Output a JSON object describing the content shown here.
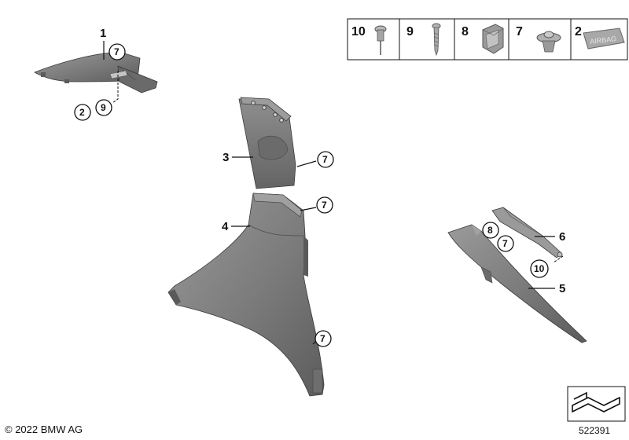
{
  "legend": [
    {
      "num": "10",
      "icon": "blind-rivet-icon"
    },
    {
      "num": "9",
      "icon": "screw-icon"
    },
    {
      "num": "8",
      "icon": "clip-nut-icon"
    },
    {
      "num": "7",
      "icon": "expanding-rivet-icon"
    },
    {
      "num": "2",
      "icon": "airbag-badge-icon",
      "badge_text": "AIRBAG"
    }
  ],
  "callouts": {
    "part1": "1",
    "part1_ref": "7",
    "part1_bot_a": "2",
    "part1_bot_b": "9",
    "part3": "3",
    "part3_ref": "7",
    "part4": "4",
    "part4_ref_top": "7",
    "part4_ref_bot": "7",
    "part5": "5",
    "part6": "6",
    "part6_ref_a": "8",
    "part6_ref_b": "7",
    "part6_ref_c": "10"
  },
  "footer": {
    "copyright": "© 2022 BMW AG",
    "diagram_id": "522391"
  },
  "colors": {
    "part_fill": "#7a7a7a",
    "part_shadow": "#5e5e5e",
    "part_light": "#9a9a9a",
    "line": "#111111"
  }
}
